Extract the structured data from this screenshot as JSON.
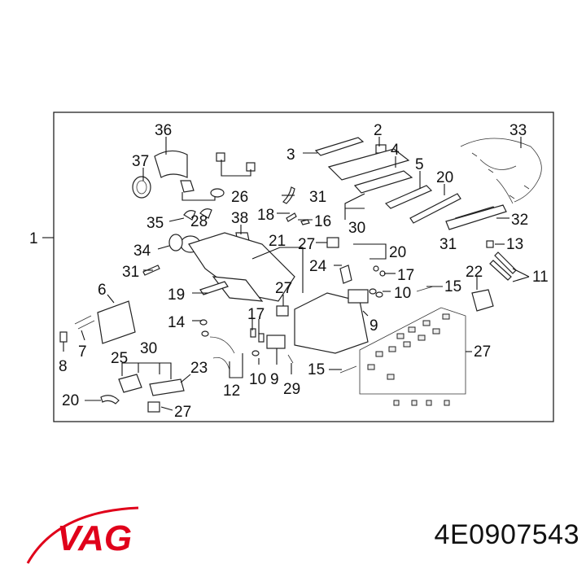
{
  "brand": {
    "logo_text": "VAG",
    "primary_color": "#e0001a"
  },
  "part_number": "4E0907543",
  "diagram": {
    "frame_label": "1",
    "callouts": [
      "36",
      "2",
      "33",
      "37",
      "3",
      "4",
      "5",
      "20",
      "31",
      "26",
      "18",
      "16",
      "28",
      "30",
      "32",
      "35",
      "38",
      "31",
      "21",
      "27",
      "20",
      "13",
      "34",
      "24",
      "17",
      "11",
      "31",
      "6",
      "27",
      "22",
      "19",
      "10",
      "15",
      "14",
      "17",
      "9",
      "7",
      "8",
      "25",
      "30",
      "23",
      "12",
      "10",
      "9",
      "29",
      "15",
      "27",
      "20",
      "27"
    ]
  }
}
